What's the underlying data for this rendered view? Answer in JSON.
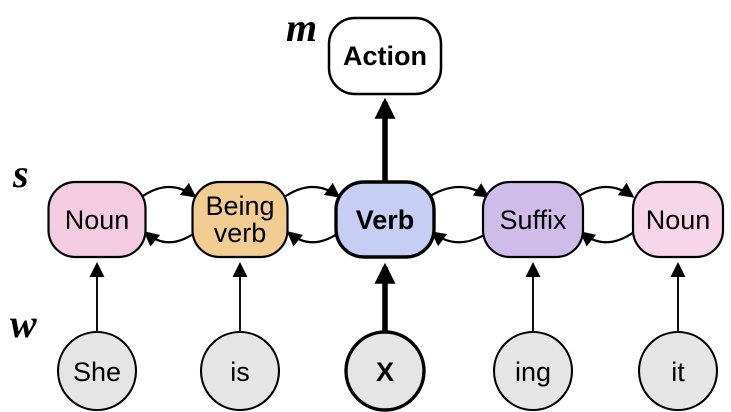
{
  "diagram": {
    "background": "#ffffff",
    "row_labels": {
      "meaning": "m",
      "state": "s",
      "word": "w"
    },
    "meaning_node": {
      "label": "Action",
      "fill": "#ffffff"
    },
    "state_nodes": [
      {
        "label": "Noun",
        "fill": "#f3cce1"
      },
      {
        "label": "Being verb",
        "line1": "Being",
        "line2": "verb",
        "fill": "#f2cd92"
      },
      {
        "label": "Verb",
        "fill": "#c6cef4"
      },
      {
        "label": "Suffix",
        "fill": "#cfbce9"
      },
      {
        "label": "Noun",
        "fill": "#f8d6e9"
      }
    ],
    "word_nodes": [
      {
        "label": "She",
        "fill": "#e5e5e5"
      },
      {
        "label": "is",
        "fill": "#e5e5e5"
      },
      {
        "label": "X",
        "fill": "#e5e5e5"
      },
      {
        "label": "ing",
        "fill": "#e5e5e5"
      },
      {
        "label": "it",
        "fill": "#e5e5e5"
      }
    ]
  }
}
